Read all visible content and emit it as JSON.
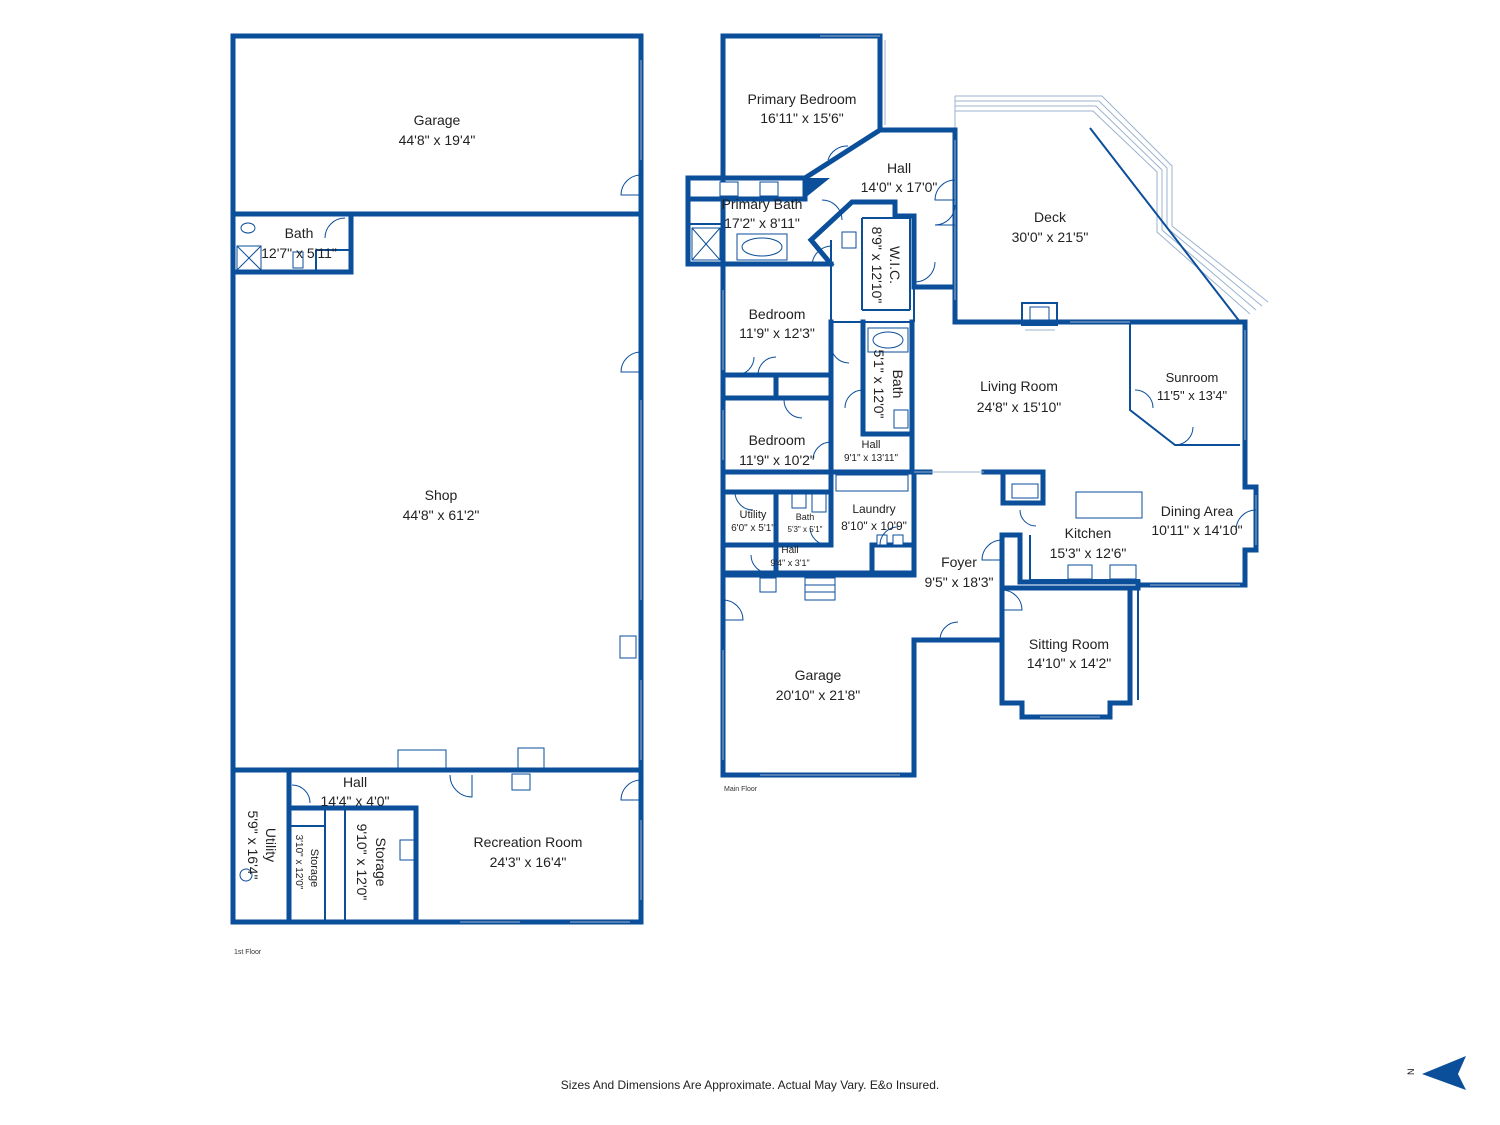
{
  "floors": {
    "first": "1st Floor",
    "main": "Main Floor"
  },
  "rooms": {
    "garage_upper": {
      "name": "Garage",
      "dim": "44'8\" x 19'4\""
    },
    "bath_upper": {
      "name": "Bath",
      "dim": "12'7\" x 5'11\""
    },
    "shop": {
      "name": "Shop",
      "dim": "44'8\" x 61'2\""
    },
    "hall_lower": {
      "name": "Hall",
      "dim": "14'4\" x 4'0\""
    },
    "utility_lower": {
      "name": "Utility",
      "dim": "5'9\" x 16'4\""
    },
    "storage_small": {
      "name": "Storage",
      "dim": "3'10\" x 12'0\""
    },
    "storage_large": {
      "name": "Storage",
      "dim": "9'10\" x 12'0\""
    },
    "recreation": {
      "name": "Recreation Room",
      "dim": "24'3\" x 16'4\""
    },
    "primary_bedroom": {
      "name": "Primary Bedroom",
      "dim": "16'11\" x 15'6\""
    },
    "primary_bath": {
      "name": "Primary Bath",
      "dim": "17'2\" x 8'11\""
    },
    "hall_top": {
      "name": "Hall",
      "dim": "14'0\" x 17'0\""
    },
    "wic": {
      "name": "W.I.C.",
      "dim": "8'9\" x 12'10\""
    },
    "deck": {
      "name": "Deck",
      "dim": "30'0\" x 21'5\""
    },
    "bedroom1": {
      "name": "Bedroom",
      "dim": "11'9\" x 12'3\""
    },
    "bath_main": {
      "name": "Bath",
      "dim": "5'1\" x 12'0\""
    },
    "bedroom2": {
      "name": "Bedroom",
      "dim": "11'9\" x 10'2\""
    },
    "hall_mid": {
      "name": "Hall",
      "dim": "9'1\" x 13'11\""
    },
    "living": {
      "name": "Living Room",
      "dim": "24'8\" x 15'10\""
    },
    "sunroom": {
      "name": "Sunroom",
      "dim": "11'5\" x 13'4\""
    },
    "utility_main": {
      "name": "Utility",
      "dim": "6'0\" x 5'1\""
    },
    "bath_small": {
      "name": "Bath",
      "dim": "5'3\" x 5'1\""
    },
    "laundry": {
      "name": "Laundry",
      "dim": "8'10\" x 10'9\""
    },
    "hall_small": {
      "name": "Hall",
      "dim": "9'4\" x 3'1\""
    },
    "foyer": {
      "name": "Foyer",
      "dim": "9'5\" x 18'3\""
    },
    "kitchen": {
      "name": "Kitchen",
      "dim": "15'3\" x 12'6\""
    },
    "dining": {
      "name": "Dining Area",
      "dim": "10'11\" x 14'10\""
    },
    "garage_main": {
      "name": "Garage",
      "dim": "20'10\" x 21'8\""
    },
    "sitting": {
      "name": "Sitting Room",
      "dim": "14'10\" x 14'2\""
    }
  },
  "compass": "N",
  "disclaimer": "Sizes And Dimensions Are Approximate. Actual May Vary. E&o Insured.",
  "colors": {
    "wall": "#0b4e9a",
    "text": "#222222",
    "background": "#ffffff"
  }
}
